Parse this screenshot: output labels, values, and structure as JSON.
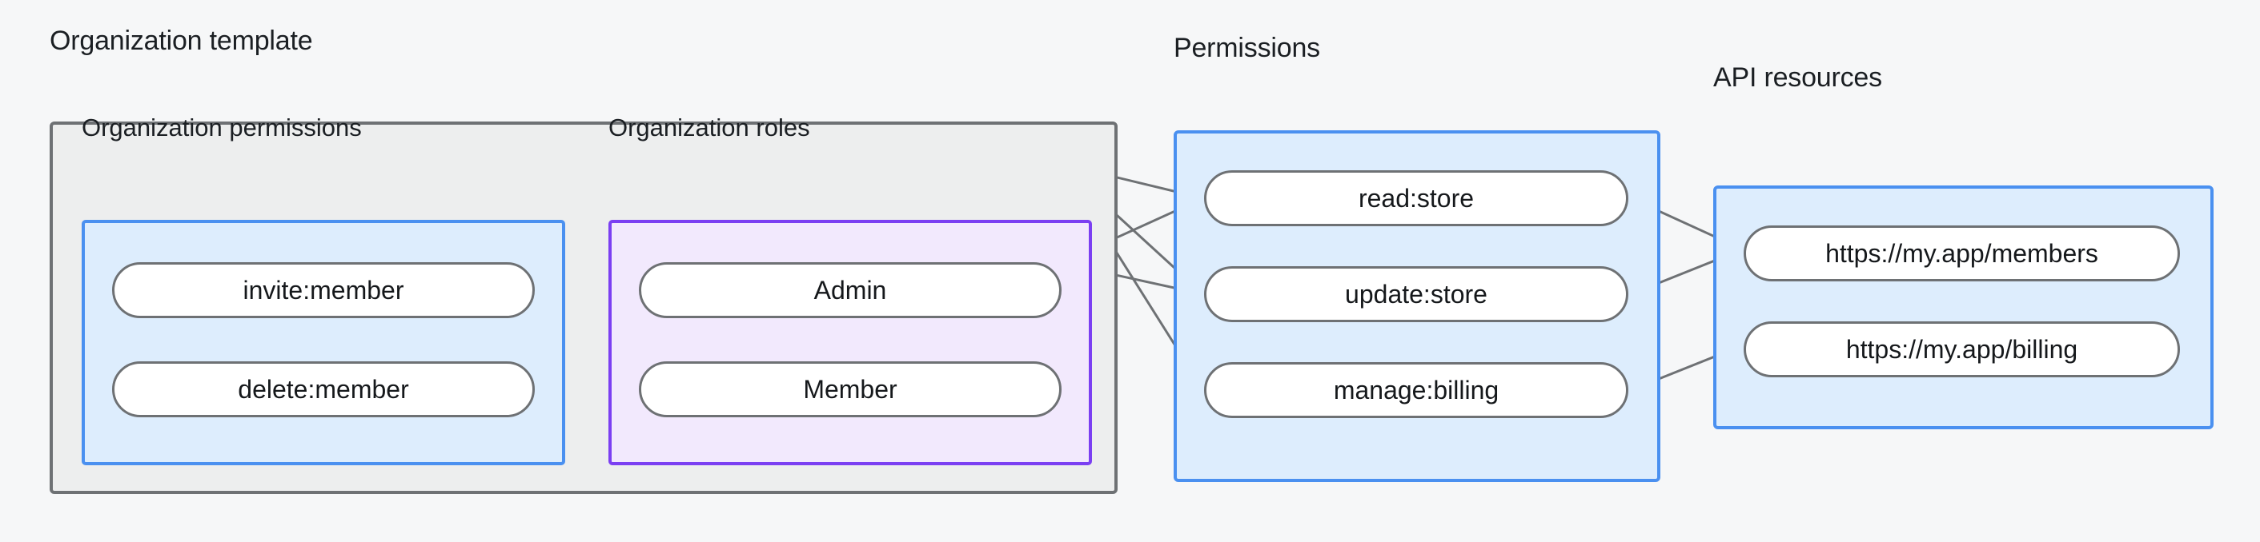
{
  "diagram": {
    "title_org_template": "Organization template",
    "title_permissions": "Permissions",
    "title_api_resources": "API resources",
    "section_org_permissions": "Organization permissions",
    "section_org_roles": "Organization roles",
    "colors": {
      "canvas_background": "#f6f7f8",
      "template_box_background": "#edeeee",
      "template_box_border": "#6e7174",
      "blue_box_background": "#ddedfd",
      "blue_box_border": "#4a90f0",
      "purple_box_background": "#f2e9fd",
      "purple_box_border": "#7b3ff2",
      "node_background": "#ffffff",
      "node_border": "#6e7174",
      "edge_stroke": "#6e7174",
      "text": "#15181b"
    },
    "org_permissions": [
      {
        "label": "invite:member"
      },
      {
        "label": "delete:member"
      }
    ],
    "org_roles": [
      {
        "label": "Admin"
      },
      {
        "label": "Member"
      }
    ],
    "permissions": [
      {
        "label": "read:store"
      },
      {
        "label": "update:store"
      },
      {
        "label": "manage:billing"
      }
    ],
    "api_resources": [
      {
        "label": "https://my.app/members"
      },
      {
        "label": "https://my.app/billing"
      }
    ],
    "edges": [
      {
        "from": "invite:member",
        "to": "Admin"
      },
      {
        "from": "invite:member",
        "to": "Member"
      },
      {
        "from": "delete:member",
        "to": "Member"
      },
      {
        "from": "Admin",
        "to": "read:store"
      },
      {
        "from": "Admin",
        "to": "update:store"
      },
      {
        "from": "Admin",
        "to": "manage:billing"
      },
      {
        "from": "Member",
        "to": "read:store"
      },
      {
        "from": "Member",
        "to": "update:store"
      },
      {
        "from": "read:store",
        "to": "https://my.app/members"
      },
      {
        "from": "update:store",
        "to": "https://my.app/members"
      },
      {
        "from": "manage:billing",
        "to": "https://my.app/billing"
      }
    ]
  }
}
